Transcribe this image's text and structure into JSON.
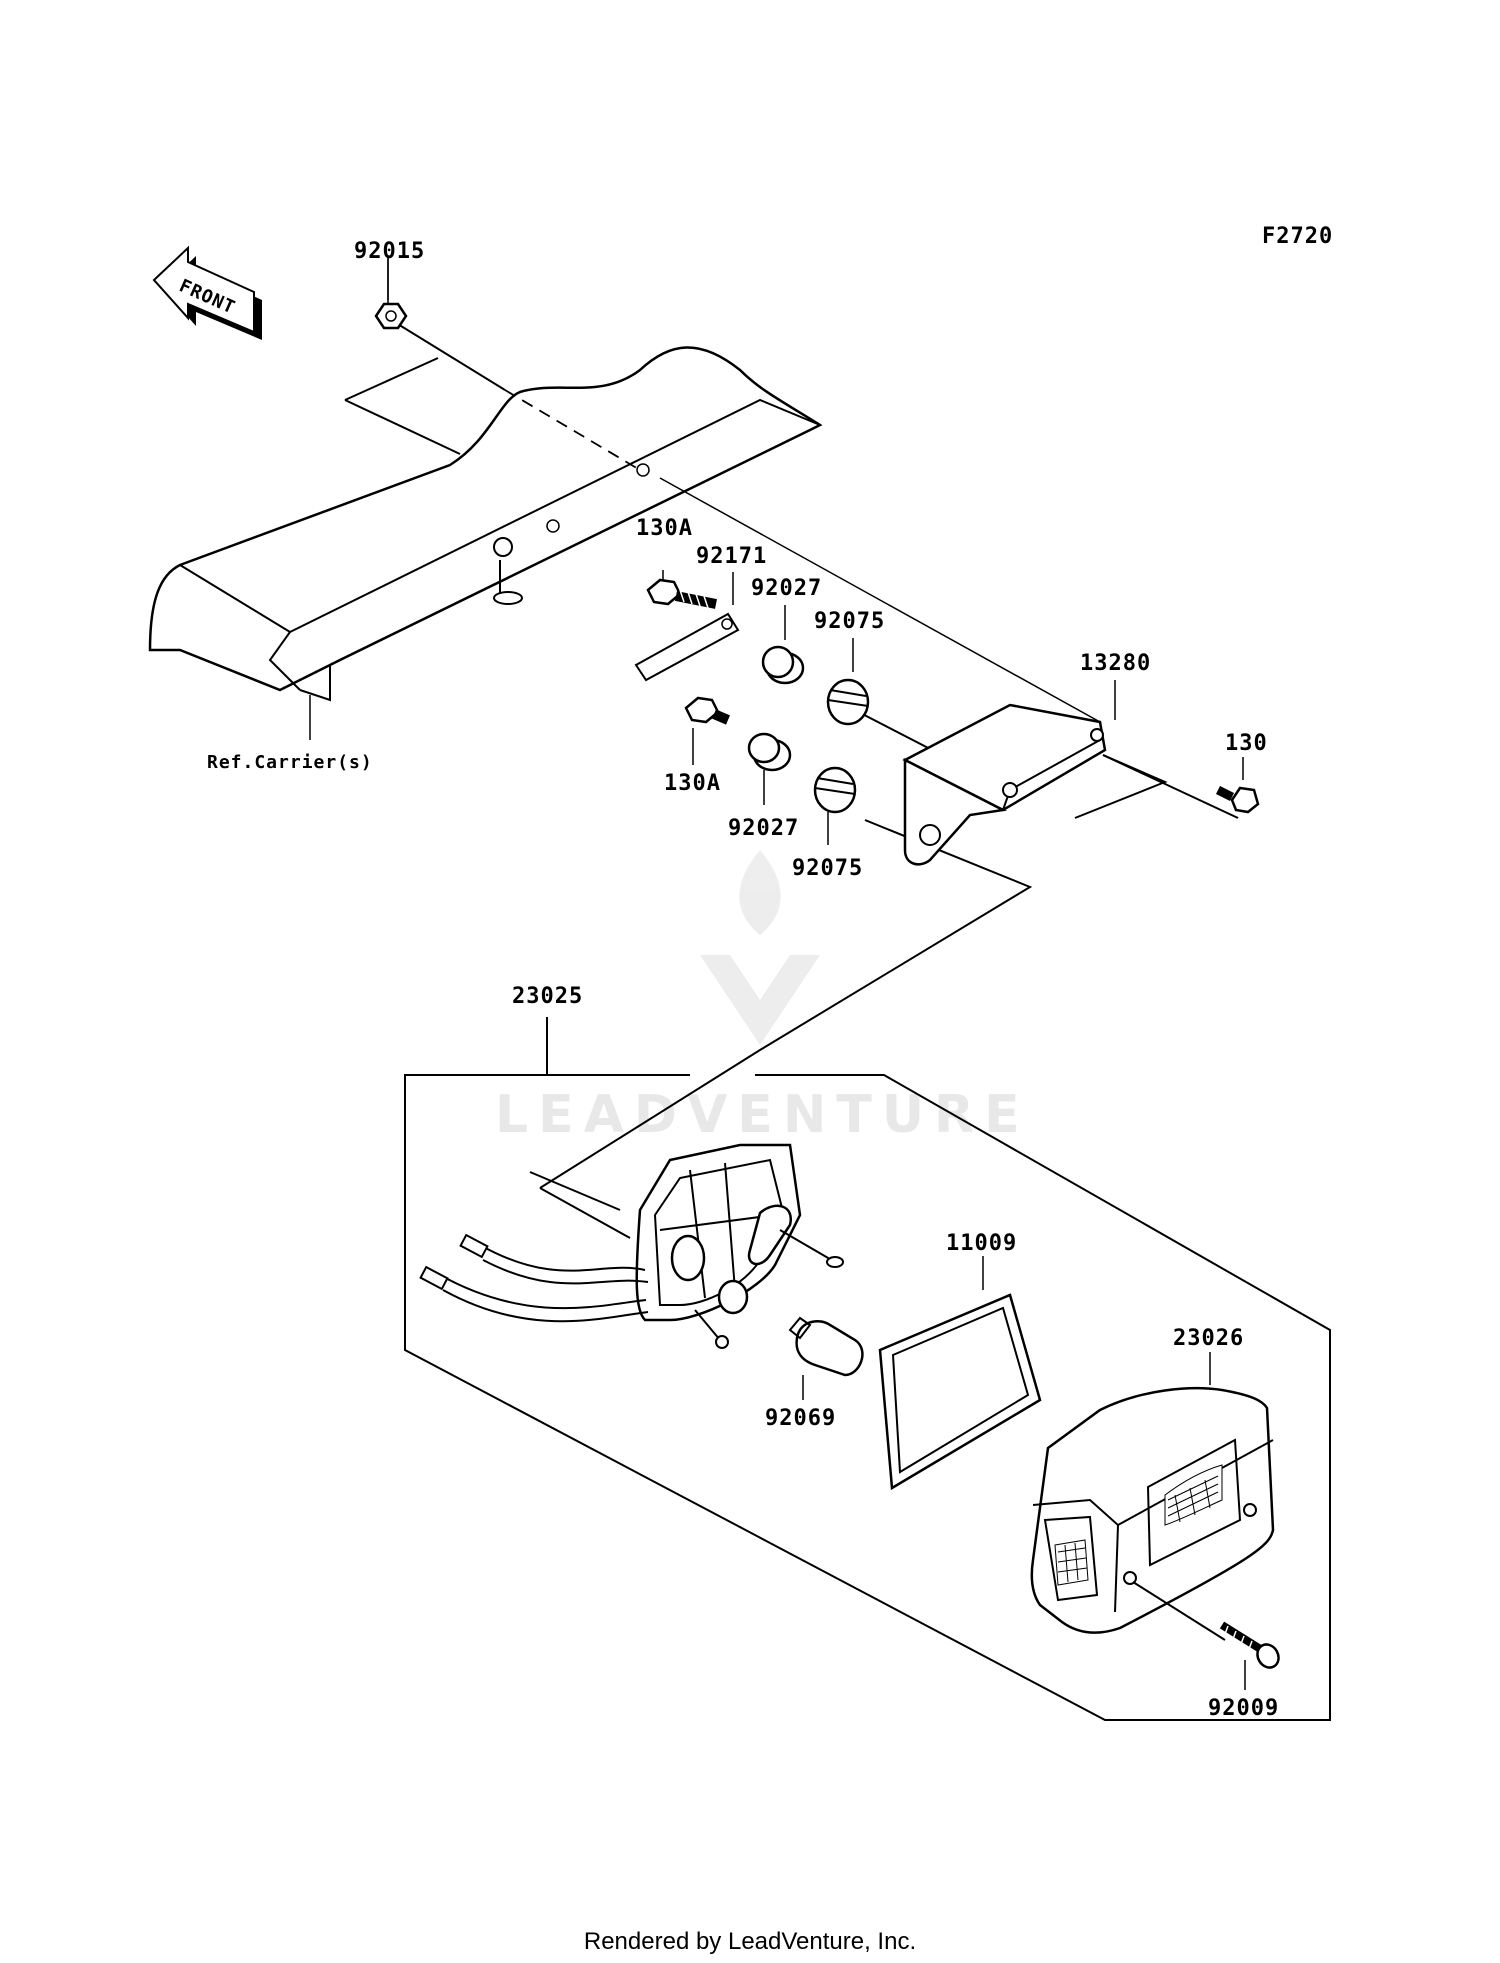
{
  "figure_code": "F2720",
  "direction_label": "FRONT",
  "reference_label": "Ref.Carrier(s)",
  "watermark": "LEADVENTURE",
  "footer": "Rendered by LeadVenture, Inc.",
  "callouts": {
    "nut": "92015",
    "bolt_upper": "130A",
    "plate": "92171",
    "collar_upper": "92027",
    "grommet_upper": "92075",
    "bracket": "13280",
    "bolt_right": "130",
    "bolt_lower": "130A",
    "collar_lower": "92027",
    "grommet_lower": "92075",
    "lamp_assy": "23025",
    "gasket": "11009",
    "lens": "23026",
    "bulb": "92069",
    "screw": "92009"
  }
}
